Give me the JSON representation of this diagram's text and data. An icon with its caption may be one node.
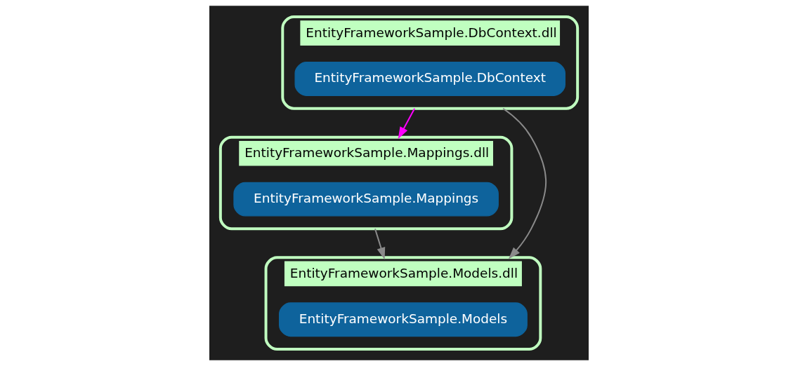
{
  "diagram": {
    "nodes": [
      {
        "text": [
          "EntityFrameworkSample.DbContext.dll"
        ]
      },
      {
        "text": [
          "EntityFrameworkSample.DbContext"
        ],
        "in": 0
      },
      {
        "text": [
          "EntityFrameworkSample.Mappings.dll"
        ]
      },
      {
        "text": [
          "EntityFrameworkSample.Mappings"
        ],
        "in": 2
      },
      {
        "text": [
          "EntityFrameworkSample.Models.dll"
        ]
      },
      {
        "text": [
          "EntityFrameworkSample.Models"
        ],
        "in": 4
      }
    ],
    "edges": [
      {
        "from": 0,
        "to": 2,
        "arrow": "to",
        "color": "#ff00ff"
      },
      {
        "from": 0,
        "to": 4,
        "arrow": "to"
      },
      {
        "from": 2,
        "to": 4,
        "arrow": "to"
      }
    ]
  }
}
